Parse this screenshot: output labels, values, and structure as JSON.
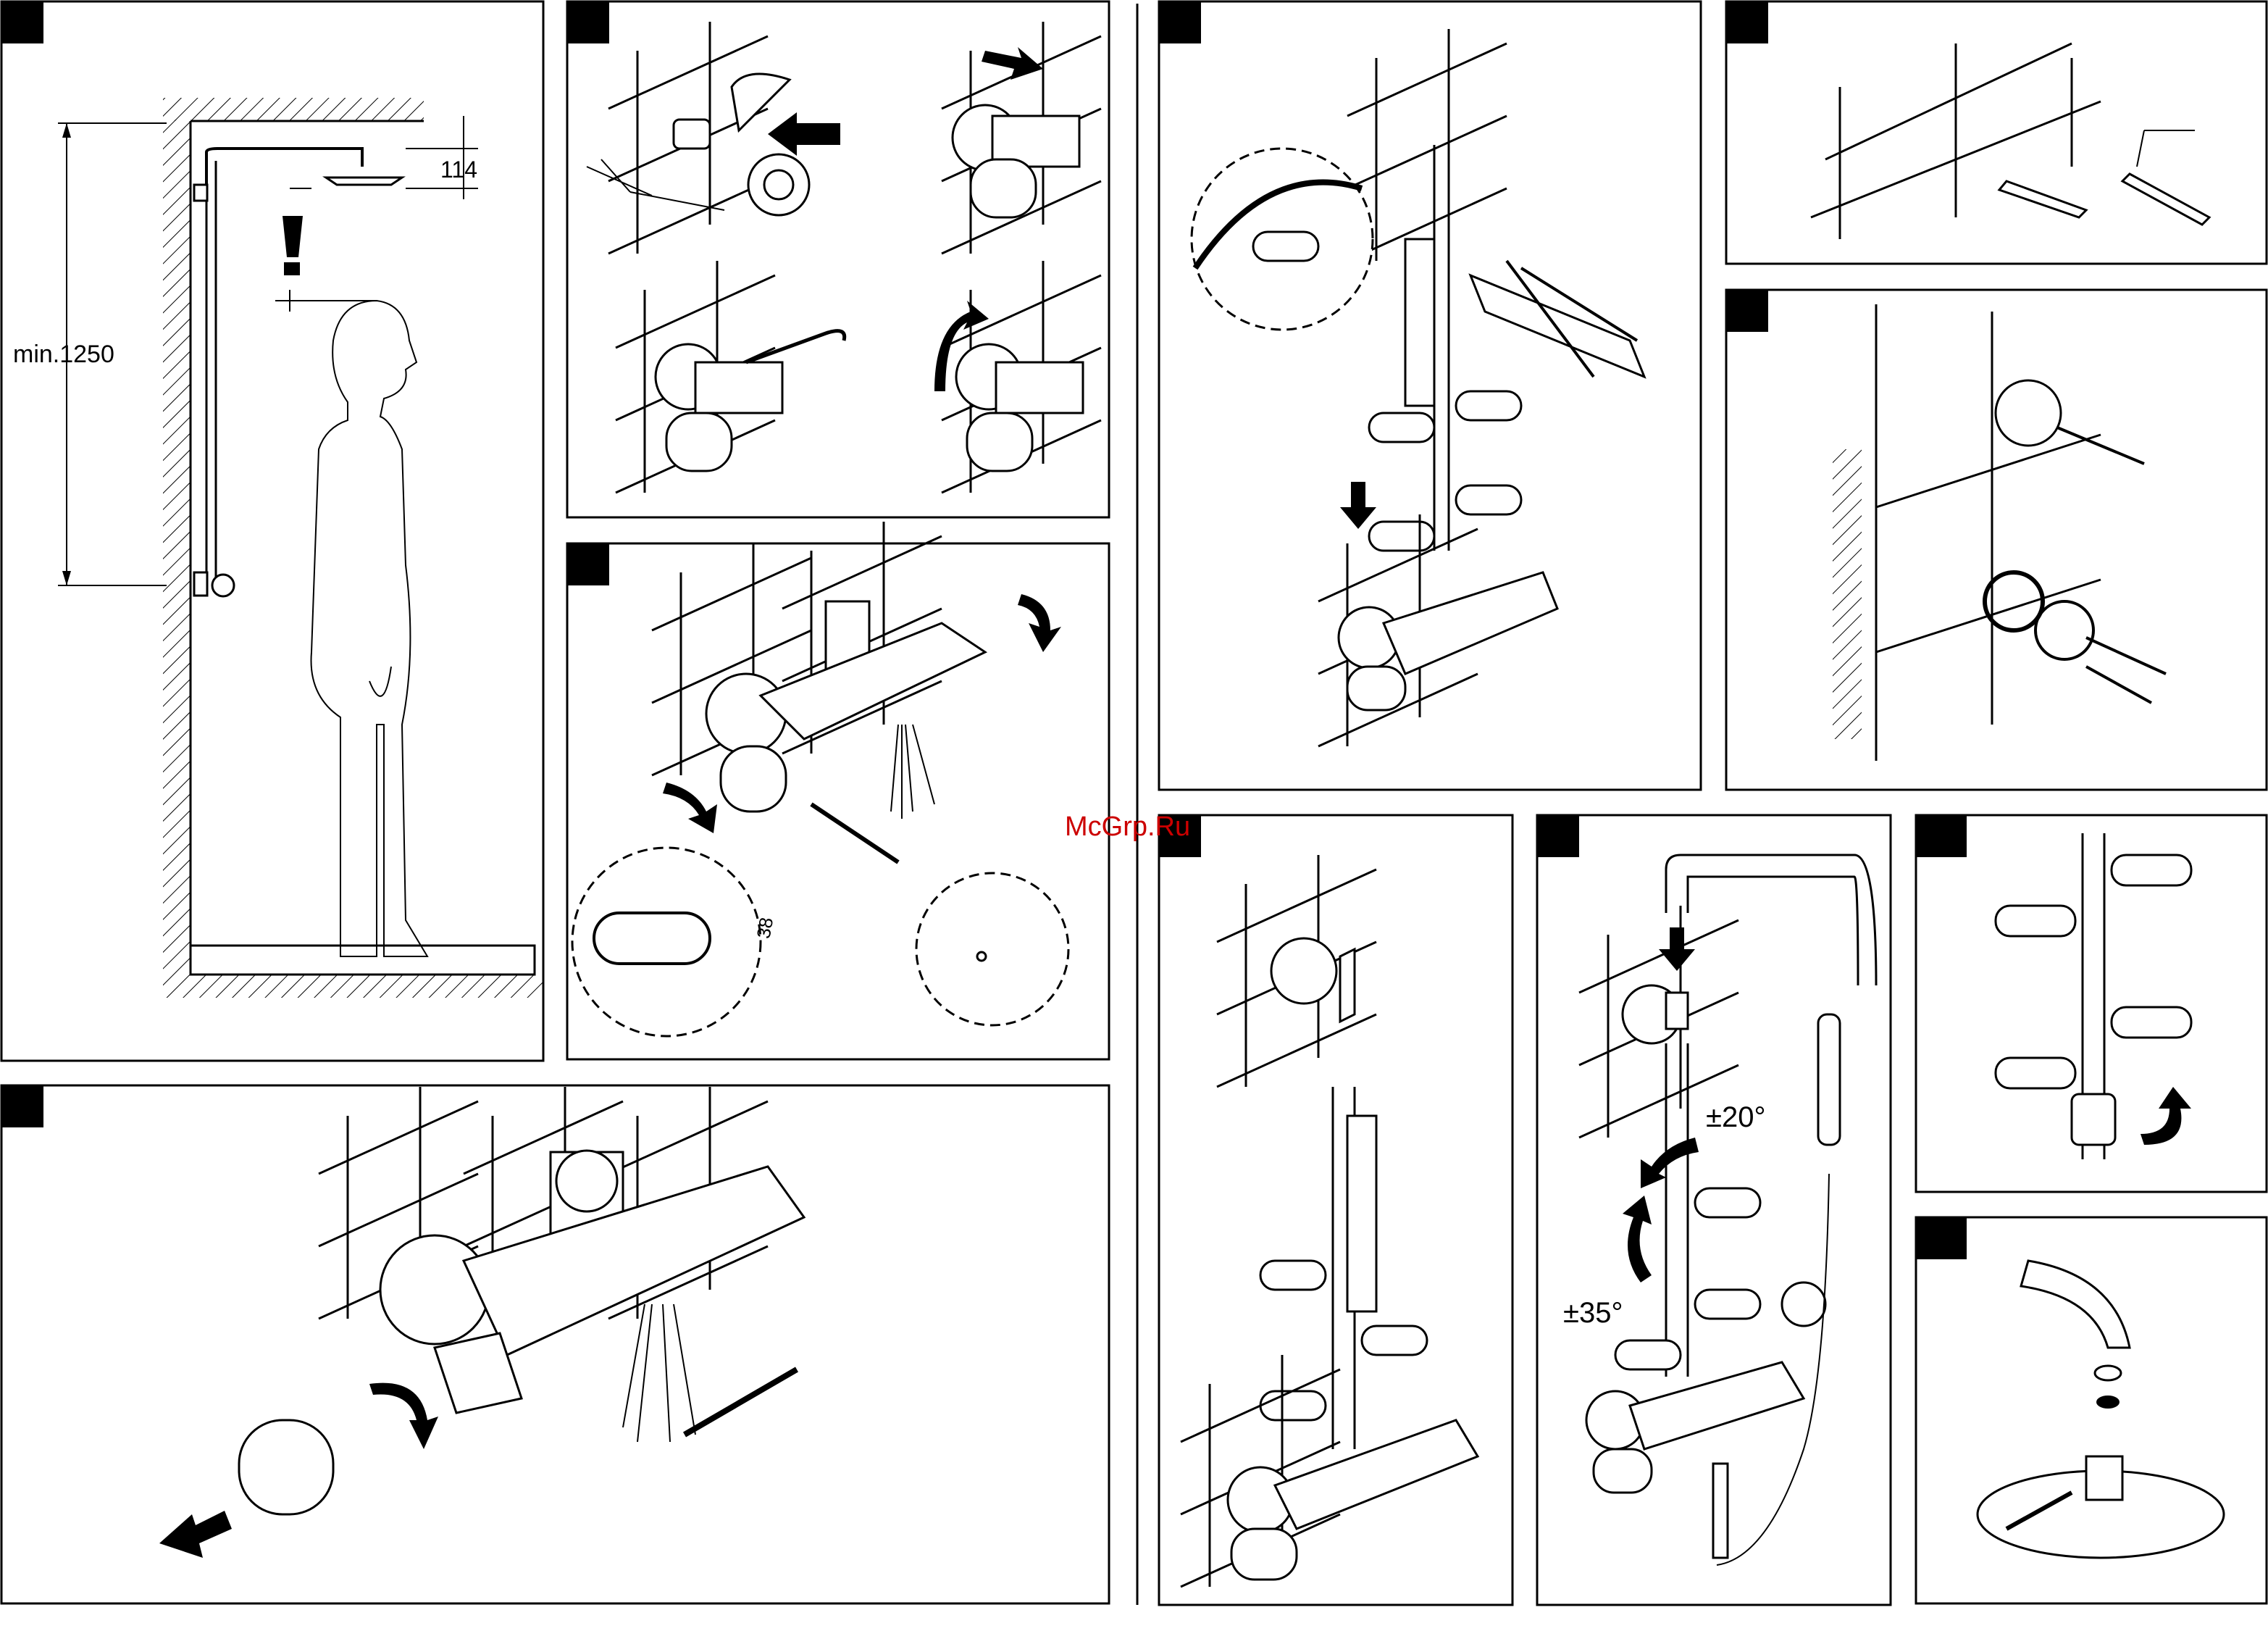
{
  "watermark": {
    "text": "McGrp.Ru",
    "color": "#cc0000"
  },
  "dimensions": {
    "min_height": "min.1250",
    "head_offset": "114"
  },
  "angles": {
    "swivel_upper": "±20°",
    "swivel_lower": "±35°"
  },
  "temperature": {
    "dial_value": "38"
  },
  "icons": {
    "warning": "exclamation-warning-icon",
    "direction": "filled-arrow-icon",
    "rotate": "curved-rotate-arrow-icon"
  },
  "colors": {
    "line": "#000000",
    "background": "#ffffff",
    "tab": "#000000"
  }
}
